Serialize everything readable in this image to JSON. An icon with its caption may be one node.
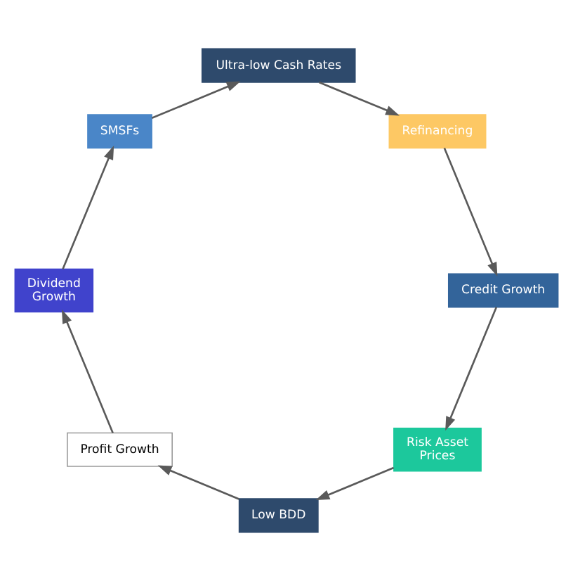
{
  "diagram": {
    "nodes": [
      {
        "text": [
          "Ultra-low Cash Rates"
        ]
      },
      {
        "text": [
          "Refinancing"
        ]
      },
      {
        "text": [
          "Credit Growth"
        ]
      },
      {
        "text": [
          "Risk Asset Prices"
        ]
      },
      {
        "text": [
          "Low BDD"
        ]
      },
      {
        "text": [
          "Profit Growth"
        ]
      },
      {
        "text": [
          "Dividend Growth"
        ]
      },
      {
        "text": [
          "SMSFs"
        ]
      }
    ],
    "edges": [
      {
        "from": 0,
        "to": 1,
        "arrow": "to"
      },
      {
        "from": 1,
        "to": 2,
        "arrow": "to"
      },
      {
        "from": 2,
        "to": 3,
        "arrow": "to"
      },
      {
        "from": 3,
        "to": 4,
        "arrow": "to"
      },
      {
        "from": 4,
        "to": 5,
        "arrow": "to"
      },
      {
        "from": 5,
        "to": 6,
        "arrow": "to"
      },
      {
        "from": 6,
        "to": 7,
        "arrow": "to"
      },
      {
        "from": 7,
        "to": 0,
        "arrow": "to"
      }
    ]
  }
}
